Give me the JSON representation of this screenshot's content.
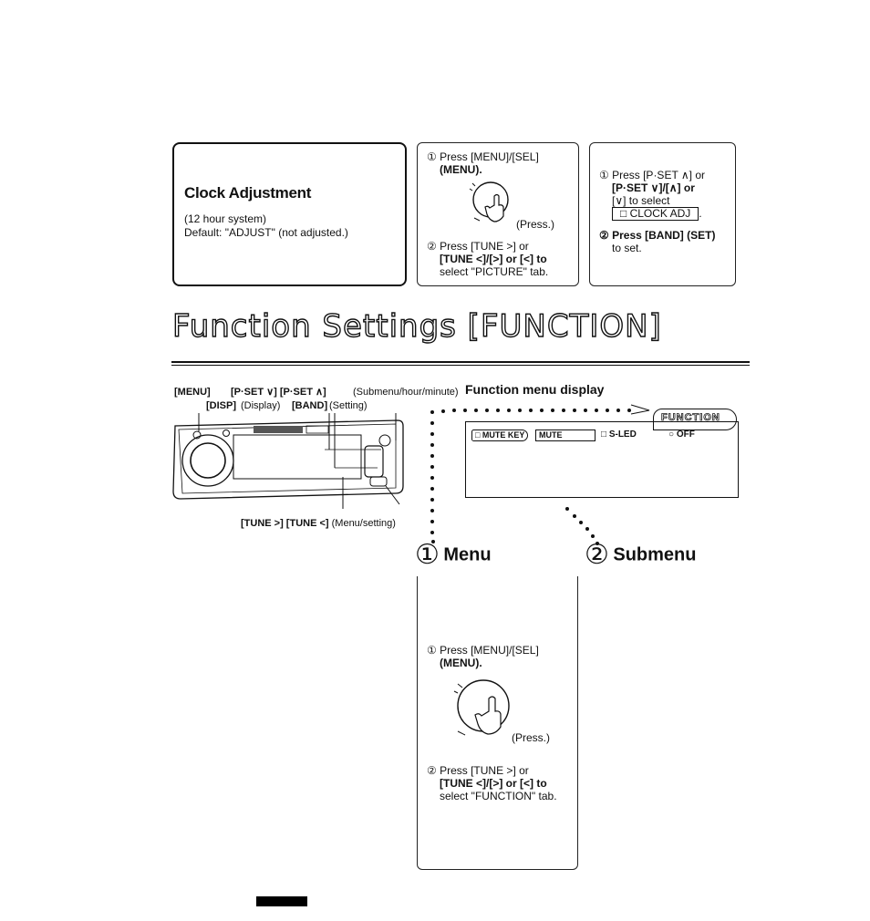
{
  "clock_box": {
    "title": "Clock Adjustment",
    "line1": "(12 hour system)",
    "line2": "Default: \"ADJUST\" (not adjusted.)"
  },
  "picture_box": {
    "step1_a": "① Press [MENU]/[SEL]",
    "step1_b": "(MENU).",
    "press": "(Press.)",
    "step2_a": "② Press [TUNE >] or",
    "step2_b": "[TUNE <]/[>] or [<] to",
    "step2_c": "select \"PICTURE\" tab."
  },
  "pset_box": {
    "s1_a": "① Press [P·SET ∧] or",
    "s1_b": "[P·SET ∨]/[∧] or",
    "s1_c": "[∨] to select",
    "selected": "□ CLOCK ADJ",
    "s1_dot": ".",
    "s2_a": "② Press [BAND] (SET)",
    "s2_b": "to set."
  },
  "section": {
    "title": "Function Settings [FUNCTION]"
  },
  "panel": {
    "menu": "[MENU]",
    "pset": "[P·SET ∨] [P·SET ∧]",
    "pset_note": "(Submenu/hour/minute)",
    "disp": "[DISP]",
    "disp_note": "(Display)",
    "band": "[BAND]",
    "band_note": "(Setting)",
    "tune": "[TUNE >] [TUNE <]",
    "tune_note": "(Menu/setting)",
    "display_heading": "Function menu display"
  },
  "lcd": {
    "tab": "FUNCTION",
    "chip1": "□ MUTE KEY",
    "chip2": "MUTE",
    "item2": "□ S-LED",
    "item3": "○ OFF"
  },
  "headings": {
    "menu_num": "①",
    "menu": "Menu",
    "sub_num": "②",
    "submenu": "Submenu"
  },
  "function_box": {
    "step1_a": "① Press [MENU]/[SEL]",
    "step1_b": "(MENU).",
    "press": "(Press.)",
    "step2_a": "② Press [TUNE >] or",
    "step2_b": "[TUNE <]/[>] or [<] to",
    "step2_c": "select \"FUNCTION\" tab."
  }
}
